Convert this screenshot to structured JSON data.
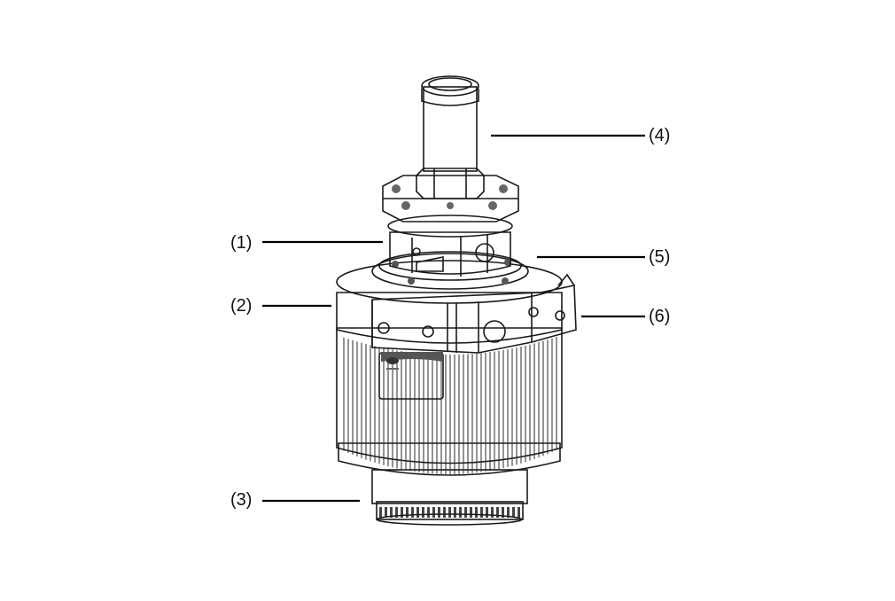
{
  "callouts": [
    {
      "id": "1",
      "label": "(1)"
    },
    {
      "id": "2",
      "label": "(2)"
    },
    {
      "id": "3",
      "label": "(3)"
    },
    {
      "id": "4",
      "label": "(4)"
    },
    {
      "id": "5",
      "label": "(5)"
    },
    {
      "id": "6",
      "label": "(6)"
    }
  ]
}
